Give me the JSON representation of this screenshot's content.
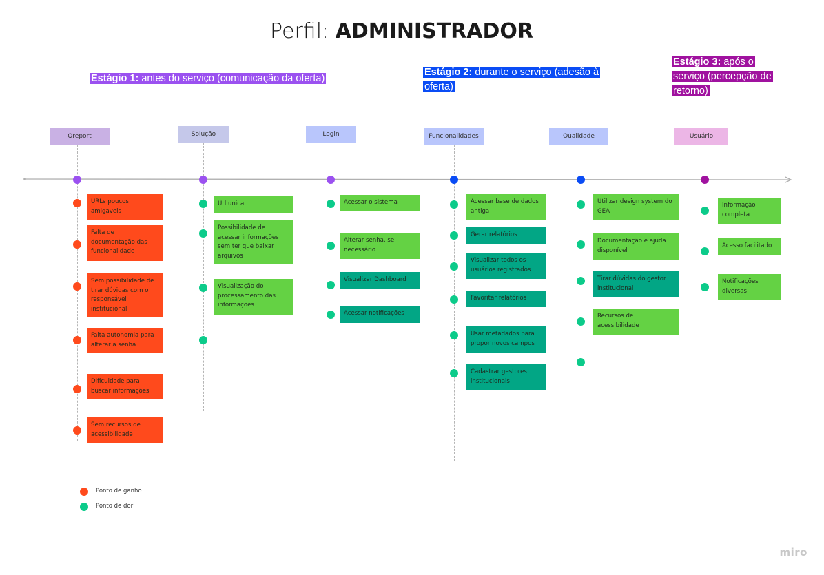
{
  "title": {
    "prefix": "Perfil:",
    "role": "ADMINISTRADOR"
  },
  "stages": [
    {
      "label": "Estágio 1:",
      "text": "antes do serviço (comunicação da oferta)",
      "color": "#9b51f0"
    },
    {
      "label": "Estágio 2:",
      "text": "durante o serviço (adesão à oferta)",
      "color": "#0a4cf5"
    },
    {
      "label": "Estágio 3:",
      "text": "após o serviço (percepção de retorno)",
      "color": "#a0129f"
    }
  ],
  "columns": [
    {
      "tag": "Qreport",
      "tag_color": "#c9b1e4",
      "dot_color": "#9b51f0",
      "cards": [
        {
          "text": "URLs poucos amigaveis",
          "type": "gain"
        },
        {
          "text": "Falta de documentação das funcionalidade",
          "type": "gain"
        },
        {
          "text": "Sem possibilidade de tirar dúvidas com o responsável institucional",
          "type": "gain"
        },
        {
          "text": "Falta autonomia para alterar a senha",
          "type": "gain"
        },
        {
          "text": "Dificuldade para buscar informações",
          "type": "gain"
        },
        {
          "text": "Sem recursos de acessibilidade",
          "type": "gain"
        }
      ]
    },
    {
      "tag": "Solução",
      "tag_color": "#c5c8ea",
      "dot_color": "#9b51f0",
      "cards": [
        {
          "text": "Url unica",
          "type": "pain-light"
        },
        {
          "text": "Possibilidade de acessar informações sem ter que baixar arquivos",
          "type": "pain-light"
        },
        {
          "text": "Visualização do processamento das informações",
          "type": "pain-light"
        }
      ]
    },
    {
      "tag": "Login",
      "tag_color": "#b9c6fc",
      "dot_color": "#9b51f0",
      "cards": [
        {
          "text": "Acessar o sistema",
          "type": "pain-light"
        },
        {
          "text": "Alterar senha, se necessário",
          "type": "pain-light"
        },
        {
          "text": "Visualizar Dashboard",
          "type": "pain-dark"
        },
        {
          "text": "Acessar notificações",
          "type": "pain-dark"
        }
      ]
    },
    {
      "tag": "Funcionalidades",
      "tag_color": "#b9c6fc",
      "dot_color": "#0a4cf5",
      "cards": [
        {
          "text": "Acessar base de dados antiga",
          "type": "pain-light"
        },
        {
          "text": "Gerar relatórios",
          "type": "pain-dark"
        },
        {
          "text": "Visualizar todos os usuários registrados",
          "type": "pain-dark"
        },
        {
          "text": "Favoritar relatórios",
          "type": "pain-dark"
        },
        {
          "text": "Usar metadados para propor novos campos",
          "type": "pain-dark"
        },
        {
          "text": "Cadastrar gestores institucionais",
          "type": "pain-dark"
        }
      ]
    },
    {
      "tag": "Qualidade",
      "tag_color": "#b9c6fc",
      "dot_color": "#0a4cf5",
      "cards": [
        {
          "text": "Utilizar design system do GEA",
          "type": "pain-light"
        },
        {
          "text": "Documentação e ajuda disponível",
          "type": "pain-light"
        },
        {
          "text": "Tirar dúvidas do gestor institucional",
          "type": "pain-dark"
        },
        {
          "text": "Recursos de acessibilidade",
          "type": "pain-light"
        }
      ]
    },
    {
      "tag": "Usuário",
      "tag_color": "#ecb6e6",
      "dot_color": "#a0129f",
      "cards": [
        {
          "text": "Informação completa",
          "type": "pain-light"
        },
        {
          "text": "Acesso facilitado",
          "type": "pain-light"
        },
        {
          "text": "Notificações diversas",
          "type": "pain-light"
        }
      ]
    }
  ],
  "colors": {
    "gain": "#ff4a1c",
    "pain-light": "#64d244",
    "pain-dark": "#02a685",
    "gain_dot": "#ff4a1c",
    "pain_dot": "#0ccb8a"
  },
  "legend": [
    {
      "label": "Ponto de ganho",
      "color": "#ff4a1c"
    },
    {
      "label": "Ponto de dor",
      "color": "#0ccb8a"
    }
  ],
  "brand": "miro"
}
